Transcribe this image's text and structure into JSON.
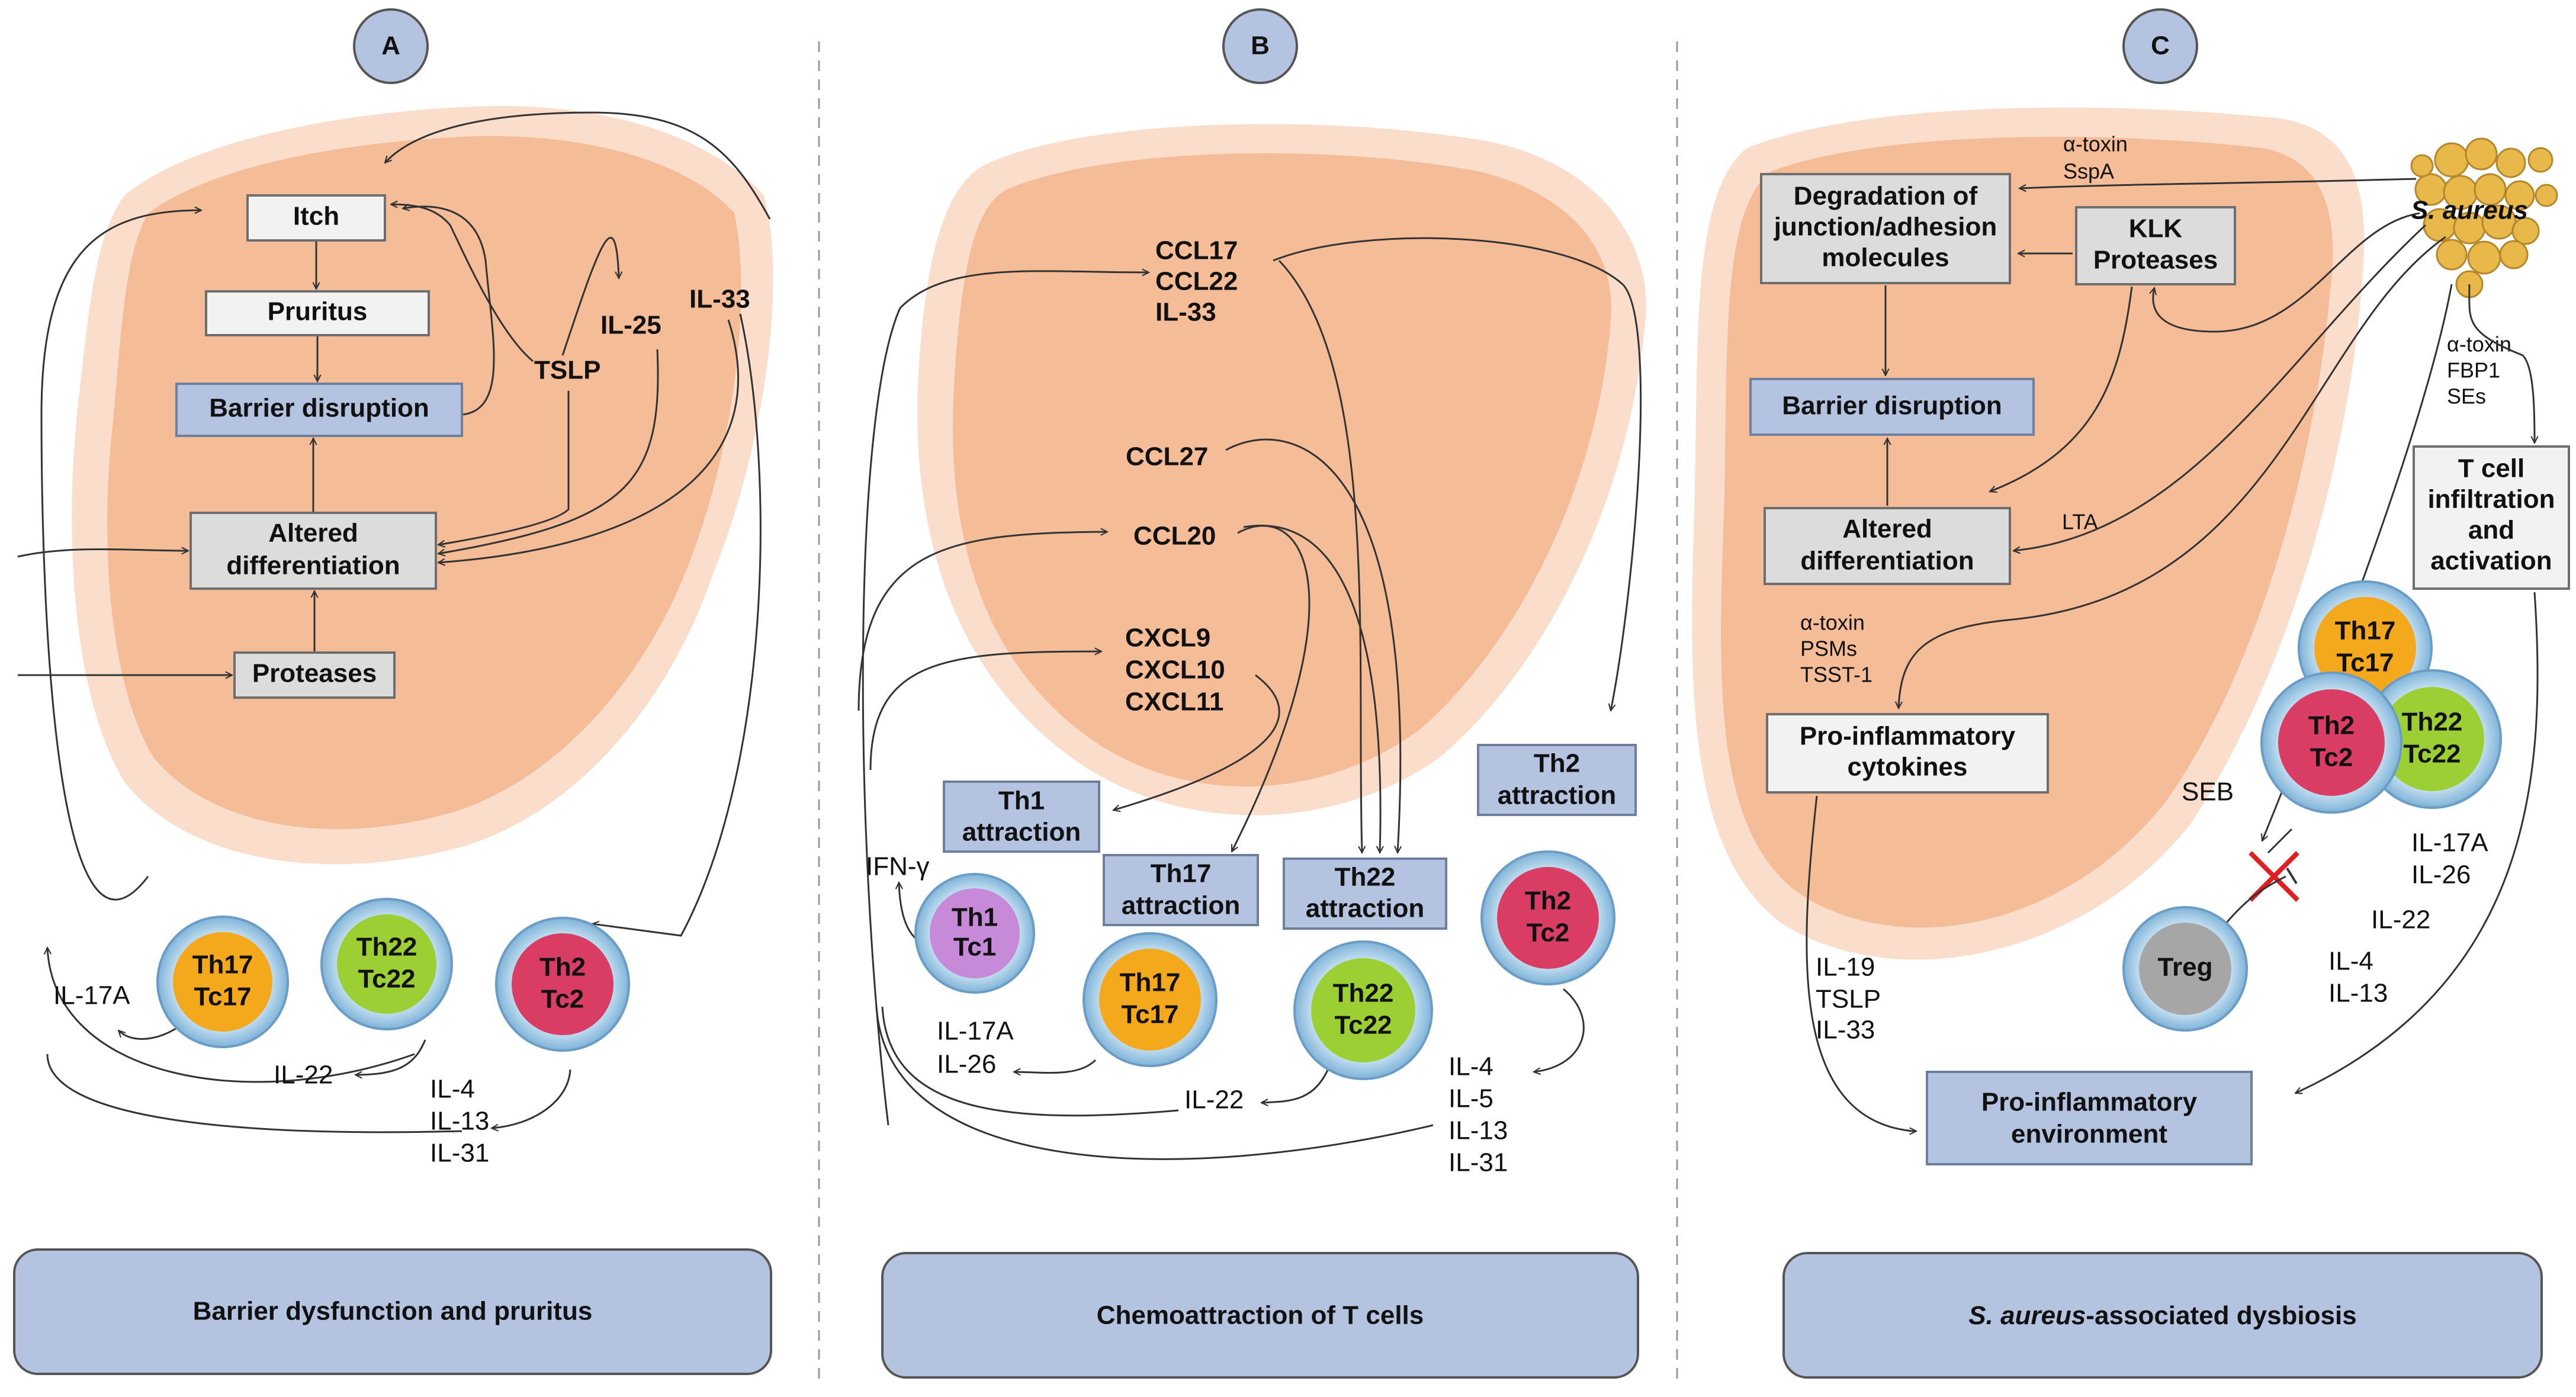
{
  "panels": [
    {
      "letter": "A",
      "footer": "Barrier dysfunction and pruritus"
    },
    {
      "letter": "B",
      "footer": "Chemoattraction of T cells"
    },
    {
      "letter": "C",
      "footer_italic": "S. aureus",
      "footer_rest": "-associated dysbiosis"
    }
  ],
  "panelA": {
    "itch": "Itch",
    "pruritus": "Pruritus",
    "barrier": "Barrier disruption",
    "altered1": "Altered",
    "altered2": "differentiation",
    "proteases": "Proteases",
    "tslp": "TSLP",
    "il25": "IL-25",
    "il33": "IL-33",
    "cells": [
      {
        "line1": "Th17",
        "line2": "Tc17",
        "color": "#f4a81c"
      },
      {
        "line1": "Th22",
        "line2": "Tc22",
        "color": "#9ccf33"
      },
      {
        "line1": "Th2",
        "line2": "Tc2",
        "color": "#d93d63"
      }
    ],
    "il17a": "IL-17A",
    "il22": "IL-22",
    "il4": "IL-4",
    "il13": "IL-13",
    "il31": "IL-31"
  },
  "panelB": {
    "ccl17": "CCL17",
    "ccl22": "CCL22",
    "il33": "IL-33",
    "ccl27": "CCL27",
    "ccl20": "CCL20",
    "cxcl9": "CXCL9",
    "cxcl10": "CXCL10",
    "cxcl11": "CXCL11",
    "th1att1": "Th1",
    "th1att2": "attraction",
    "th17att1": "Th17",
    "th17att2": "attraction",
    "th22att1": "Th22",
    "th22att2": "attraction",
    "th2att1": "Th2",
    "th2att2": "attraction",
    "ifng": "IFN-γ",
    "cells": [
      {
        "line1": "Th1",
        "line2": "Tc1",
        "color": "#c78ad8"
      },
      {
        "line1": "Th17",
        "line2": "Tc17",
        "color": "#f4a81c"
      },
      {
        "line1": "Th22",
        "line2": "Tc22",
        "color": "#9ccf33"
      },
      {
        "line1": "Th2",
        "line2": "Tc2",
        "color": "#d93d63"
      }
    ],
    "il17a": "IL-17A",
    "il26": "IL-26",
    "il22": "IL-22",
    "il4": "IL-4",
    "il5": "IL-5",
    "il13": "IL-13",
    "il31": "IL-31"
  },
  "panelC": {
    "saureus": "S. aureus",
    "atoxin1": "α-toxin",
    "sspa": "SspA",
    "degr1": "Degradation of",
    "degr2": "junction/adhesion",
    "degr3": "molecules",
    "klk1": "KLK",
    "klk2": "Proteases",
    "barrier": "Barrier disruption",
    "altered1": "Altered",
    "altered2": "differentiation",
    "lta": "LTA",
    "atoxin2": "α-toxin",
    "psms": "PSMs",
    "tsst": "TSST-1",
    "proinf1": "Pro-inflammatory",
    "proinf2": "cytokines",
    "atoxin3": "α-toxin",
    "fbp1": "FBP1",
    "ses": "SEs",
    "tcell1": "T cell",
    "tcell2": "infiltration",
    "tcell3": "and",
    "tcell4": "activation",
    "cells": [
      {
        "line1": "Th17",
        "line2": "Tc17",
        "color": "#f4a81c"
      },
      {
        "line1": "Th2",
        "line2": "Tc2",
        "color": "#d93d63"
      },
      {
        "line1": "Th22",
        "line2": "Tc22",
        "color": "#9ccf33"
      },
      {
        "line1": "Treg",
        "line2": "",
        "color": "#a6a6a6"
      }
    ],
    "seb": "SEB",
    "il17a": "IL-17A",
    "il26": "IL-26",
    "il22": "IL-22",
    "il4": "IL-4",
    "il13": "IL-13",
    "il19": "IL-19",
    "tslp": "TSLP",
    "il33": "IL-33",
    "env1": "Pro-inflammatory",
    "env2": "environment"
  }
}
